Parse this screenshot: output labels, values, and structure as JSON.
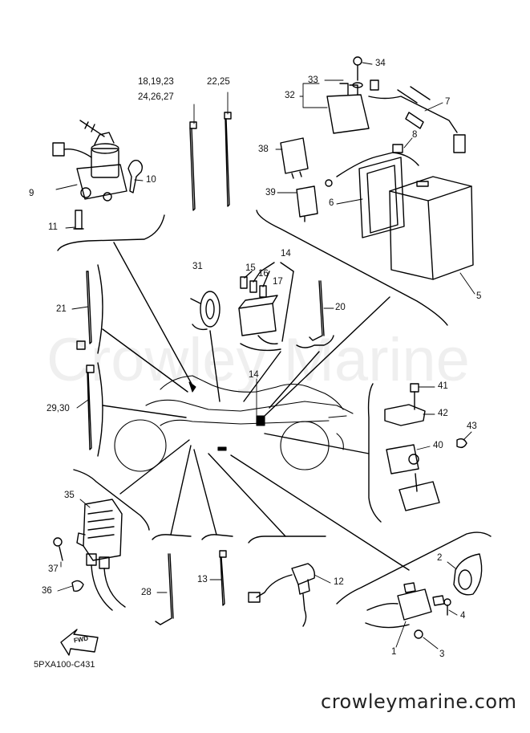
{
  "watermark": "Crowley Marine",
  "diagram_code": "5PXA100-C431",
  "website": "crowleymarine.com",
  "fwd_label": "FWD",
  "callouts": {
    "c1": "1",
    "c2": "2",
    "c3": "3",
    "c4": "4",
    "c5": "5",
    "c6": "6",
    "c7": "7",
    "c8": "8",
    "c9": "9",
    "c10": "10",
    "c11": "11",
    "c12": "12",
    "c13": "13",
    "c14a": "14",
    "c14b": "14",
    "c15": "15",
    "c16": "16",
    "c17": "17",
    "c18": "18,19,23",
    "c24": "24,26,27",
    "c22": "22,25",
    "c20": "20",
    "c21": "21",
    "c28": "28",
    "c29": "29,30",
    "c31": "31",
    "c32": "32",
    "c33": "33",
    "c34": "34",
    "c35": "35",
    "c36": "36",
    "c37": "37",
    "c38": "38",
    "c39": "39",
    "c40": "40",
    "c41": "41",
    "c42": "42",
    "c43": "43"
  }
}
